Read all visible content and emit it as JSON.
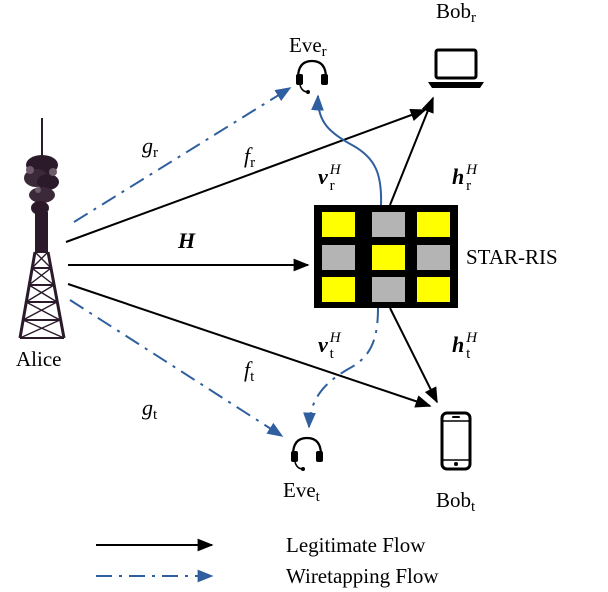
{
  "nodes": {
    "alice": "Alice",
    "eve_r": {
      "base": "Eve",
      "sub": "r"
    },
    "eve_t": {
      "base": "Eve",
      "sub": "t"
    },
    "bob_r": {
      "base": "Bob",
      "sub": "r"
    },
    "bob_t": {
      "base": "Bob",
      "sub": "t"
    },
    "ris": "STAR-RIS"
  },
  "channels": {
    "g_r": {
      "base": "g",
      "sub": "r"
    },
    "g_t": {
      "base": "g",
      "sub": "t"
    },
    "f_r": {
      "base": "f",
      "sub": "r"
    },
    "f_t": {
      "base": "f",
      "sub": "t"
    },
    "H": "H",
    "v_r": {
      "base": "v",
      "sub": "r",
      "sup": "H"
    },
    "v_t": {
      "base": "v",
      "sub": "t",
      "sup": "H"
    },
    "h_r": {
      "base": "h",
      "sub": "r",
      "sup": "H"
    },
    "h_t": {
      "base": "h",
      "sub": "t",
      "sup": "H"
    }
  },
  "legend": {
    "legitimate": "Legitimate Flow",
    "wiretapping": "Wiretapping Flow"
  },
  "ris_cells": [
    "yellow",
    "gray",
    "yellow",
    "gray",
    "yellow",
    "gray",
    "yellow",
    "gray",
    "yellow"
  ],
  "colors": {
    "legitimate": "#000000",
    "wiretapping": "#2f5f9e",
    "cell_yellow": "#ffff00",
    "cell_gray": "#b4b4b4",
    "ris_frame": "#000000",
    "tower": "#2a1a2a"
  },
  "icons": {
    "alice": "cell-tower-icon",
    "eve": "headset-icon",
    "bob_r": "laptop-icon",
    "bob_t": "smartphone-icon"
  }
}
